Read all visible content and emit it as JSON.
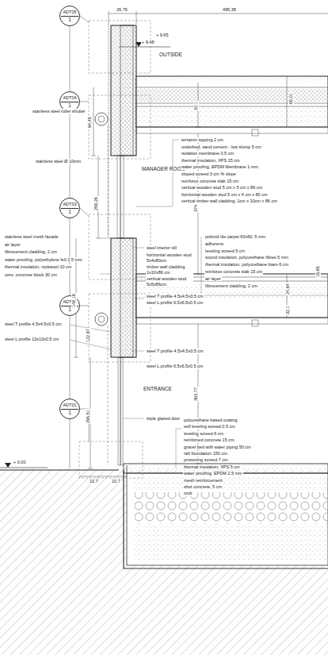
{
  "diagram": {
    "nodes": [
      {
        "text": [
          "ADT05",
          "1"
        ]
      },
      {
        "text": [
          "ADT04",
          "1"
        ]
      },
      {
        "text": [
          "ADT03",
          "1"
        ]
      },
      {
        "text": [
          "ADT02",
          "1"
        ]
      },
      {
        "text": [
          "ADT01",
          "1"
        ]
      }
    ],
    "labels": [
      "26,76",
      "495,38",
      "+ 9.48",
      "+ 9.65",
      "OUTSIDE",
      "65,01",
      "stainless steel roller shutter",
      "94,45",
      "stainless steel Ø 10mm",
      "MANAGER ROOM",
      "32,1",
      "374,09",
      "259,26",
      "terrazzo topping 2 cm",
      "underbed, sand cement - low slump 5 cm",
      "isolation membrane 0.5 cm",
      "thermal insulation, XPS 15 cm",
      "water proofing, EPDM Membrane 1 mm",
      "sloped screed 3 cm % slope",
      "reinforce concrete slab 15 cm",
      "vertical wooden stud 5 cm x 5 cm x 86 cm",
      "horizontal wooden stud 5 cm x 4 cm x 80 cm",
      "vertical timber wall cladding, 1cm x 10cm x 86 cm",
      "stainless steel mesh facade",
      "air layer",
      "fibrecement cladding, 2 cm",
      "water proofing, polyethylene felt 2.5 mm",
      "thermal insulation, rockwool 10 cm",
      "core, concrete block 30 cm",
      "steel interior sill",
      "horizontal wooden stud 5x4x80cm",
      "timber wall cladding 1x10x86 cm",
      "vertical wooden stud 5x5x86cm",
      "polimid tile carpet 60x60, 5 mm",
      "adherens",
      "leveling screed 5 cm",
      "sound insulation, polyurethane fibres 5 mm",
      "thermal insulation, polyurethane foam 6 cm",
      "reinforce concrete slab 15 cm",
      "air layer",
      "fibrecement cladding, 2 cm",
      "148,18",
      "24,64",
      "32,1",
      "16,65",
      "steel T profile 4.5x4.5x0.5 cm",
      "steel L profile 6.5x6.5x0.5 cm",
      "steel T profile 4.5x4.5x0.5 cm",
      "steel L profile 13x13x0.5 cm",
      "steel T profile 4.5x4.5x0.5 cm",
      "steel L profile 6.5x6.5x0.5 cm",
      "122,87",
      "ENTRANCE",
      "363,77",
      "triple glazed door",
      "295,51",
      "polyurethane based coating",
      "self leveling screed 0.5 cm",
      "leveling screed 6 cm",
      "reinforced concrete 15 cm",
      "gravel bed with water piping 50 cm",
      "raft foundation 150 cm",
      "protecting screed 7 cm",
      "thermal insulation, XPS 5 cm",
      "water proofing, EPDM 2.5 mm",
      "mesh reinforcement",
      "shot concrete, 5 cm",
      "rock",
      "+ 0.00",
      "10,7",
      "10,7"
    ]
  }
}
